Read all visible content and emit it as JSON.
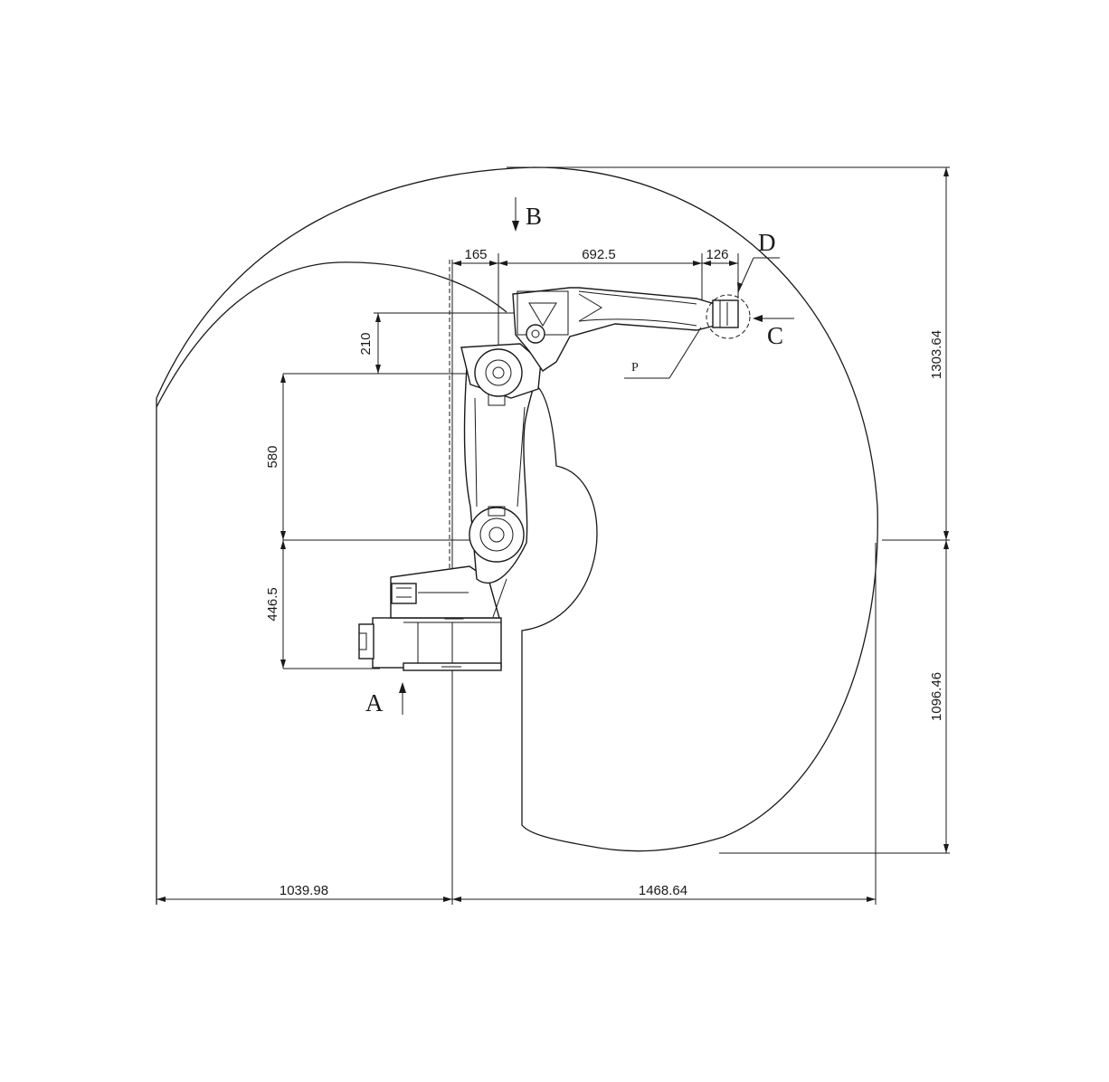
{
  "dimensions": {
    "top_offset": "165",
    "upper_arm_length": "692.5",
    "wrist_length": "126",
    "shoulder_height": "210",
    "lower_arm_length": "580",
    "base_height": "446.5",
    "reach_up": "1303.64",
    "reach_down": "1096.46",
    "reach_back": "1039.98",
    "reach_front": "1468.64"
  },
  "view_labels": {
    "a": "A",
    "b": "B",
    "c": "C",
    "d": "D",
    "p": "P"
  }
}
